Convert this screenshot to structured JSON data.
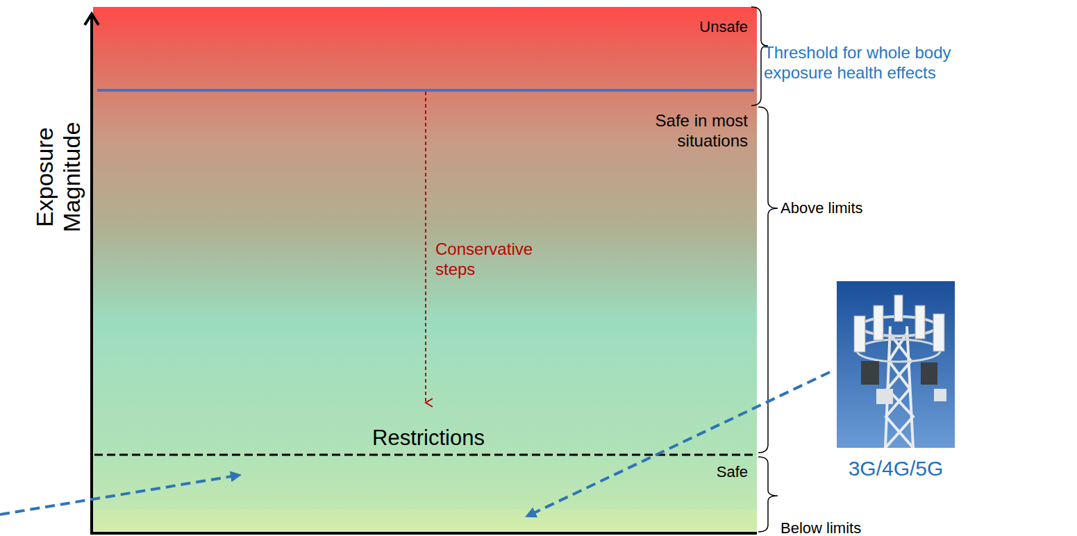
{
  "diagram": {
    "labels": [
      "Unsafe",
      "Threshold for whole body exposure health effects",
      "Safe in most situations",
      "Exposure Magnitude",
      "Conservative steps",
      "Above limits",
      "Restrictions",
      "Safe",
      "3G/4G/5G",
      "Below limits"
    ]
  }
}
